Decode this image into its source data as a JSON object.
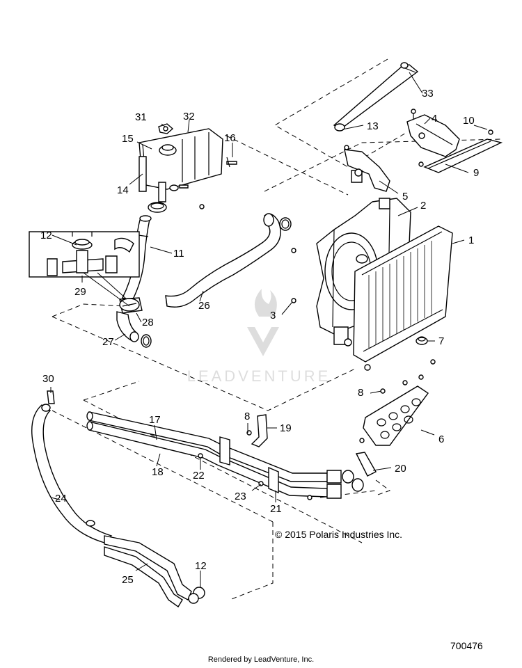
{
  "copyright": "© 2015 Polaris Industries Inc.",
  "document_number": "700476",
  "rendered_by": "Rendered by LeadVenture, Inc.",
  "watermark": "LEADVENTURE",
  "callouts": [
    {
      "id": "c1",
      "text": "1"
    },
    {
      "id": "c2",
      "text": "2"
    },
    {
      "id": "c3",
      "text": "3"
    },
    {
      "id": "c4",
      "text": "4"
    },
    {
      "id": "c5",
      "text": "5"
    },
    {
      "id": "c6",
      "text": "6"
    },
    {
      "id": "c7",
      "text": "7"
    },
    {
      "id": "c8a",
      "text": "8"
    },
    {
      "id": "c8b",
      "text": "8"
    },
    {
      "id": "c9",
      "text": "9"
    },
    {
      "id": "c10",
      "text": "10"
    },
    {
      "id": "c11",
      "text": "11"
    },
    {
      "id": "c12a",
      "text": "12"
    },
    {
      "id": "c12b",
      "text": "12"
    },
    {
      "id": "c13",
      "text": "13"
    },
    {
      "id": "c14",
      "text": "14"
    },
    {
      "id": "c15",
      "text": "15"
    },
    {
      "id": "c16",
      "text": "16"
    },
    {
      "id": "c17",
      "text": "17"
    },
    {
      "id": "c18",
      "text": "18"
    },
    {
      "id": "c19",
      "text": "19"
    },
    {
      "id": "c20",
      "text": "20"
    },
    {
      "id": "c21",
      "text": "21"
    },
    {
      "id": "c22",
      "text": "22"
    },
    {
      "id": "c23",
      "text": "23"
    },
    {
      "id": "c24",
      "text": "24"
    },
    {
      "id": "c25",
      "text": "25"
    },
    {
      "id": "c26",
      "text": "26"
    },
    {
      "id": "c27",
      "text": "27"
    },
    {
      "id": "c28",
      "text": "28"
    },
    {
      "id": "c29",
      "text": "29"
    },
    {
      "id": "c30",
      "text": "30"
    },
    {
      "id": "c31",
      "text": "31"
    },
    {
      "id": "c32",
      "text": "32"
    },
    {
      "id": "c33",
      "text": "33"
    }
  ]
}
